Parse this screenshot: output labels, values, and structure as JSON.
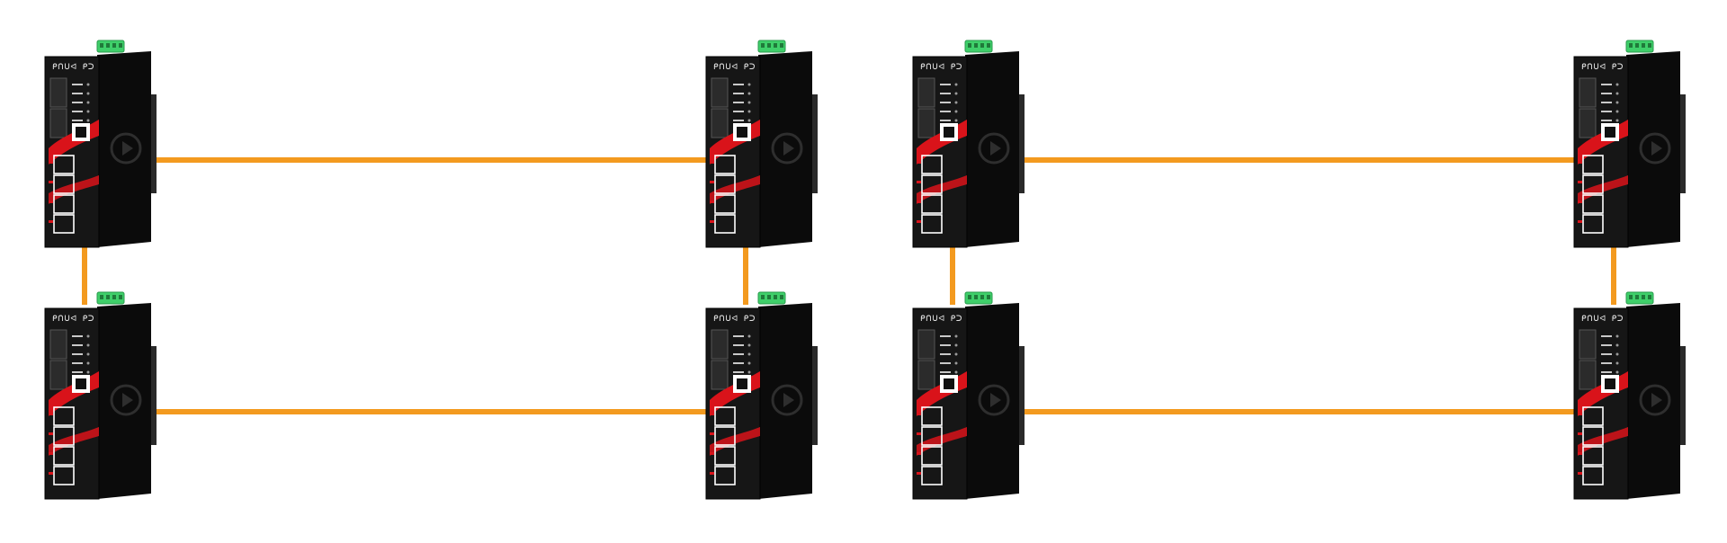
{
  "diagram": {
    "colors": {
      "background": "#ffffff",
      "link": "#f39a1f",
      "housing": "#161616",
      "housing_side": "#0b0b0b",
      "accent": "#d9131a",
      "terminal": "#3fcf6a",
      "led": "#c9c9c9",
      "port": "#ffffff"
    },
    "device_label": "ᑭᑎᑌᐊ ᑭᑐ",
    "switches": [
      {
        "id": "sw-top-1"
      },
      {
        "id": "sw-top-2"
      },
      {
        "id": "sw-top-3"
      },
      {
        "id": "sw-top-4"
      },
      {
        "id": "sw-bottom-1"
      },
      {
        "id": "sw-bottom-2"
      },
      {
        "id": "sw-bottom-3"
      },
      {
        "id": "sw-bottom-4"
      }
    ],
    "links": [
      {
        "from": "sw-top-1",
        "to": "sw-top-2"
      },
      {
        "from": "sw-top-3",
        "to": "sw-top-4"
      },
      {
        "from": "sw-bottom-1",
        "to": "sw-bottom-2"
      },
      {
        "from": "sw-bottom-3",
        "to": "sw-bottom-4"
      },
      {
        "from": "sw-top-1",
        "to": "sw-bottom-1"
      },
      {
        "from": "sw-top-2",
        "to": "sw-bottom-2"
      },
      {
        "from": "sw-top-3",
        "to": "sw-bottom-3"
      },
      {
        "from": "sw-top-4",
        "to": "sw-bottom-4"
      }
    ]
  }
}
